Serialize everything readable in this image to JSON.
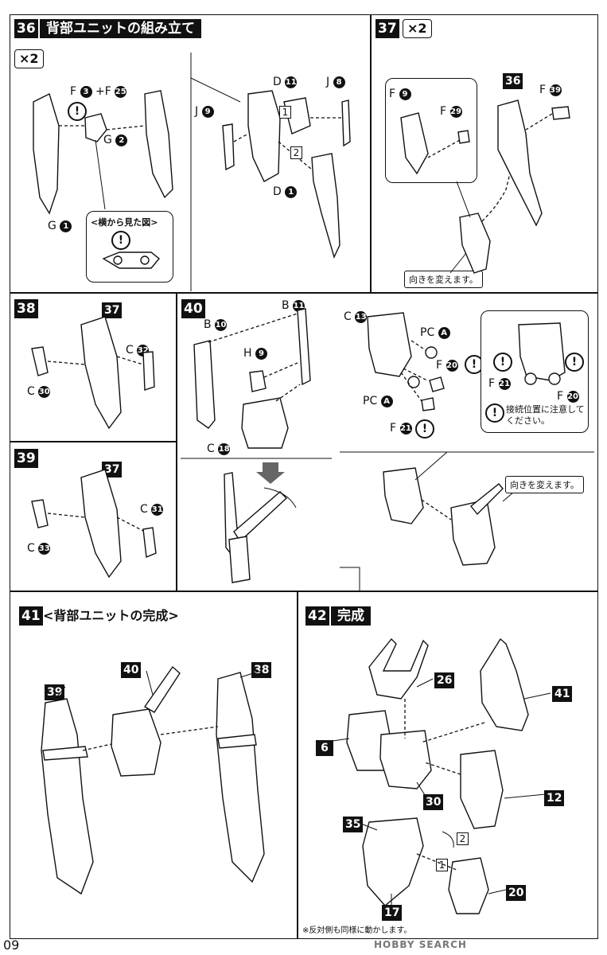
{
  "steps": {
    "s36": {
      "num": "36",
      "title": "背部ユニットの組み立て",
      "multiplier": "×2",
      "labels": {
        "f3f25": "F",
        "f3": "3",
        "plus": "+F",
        "f25": "25",
        "g2": "G",
        "g2n": "2",
        "g1": "G",
        "g1n": "1",
        "d11": "D",
        "d11n": "11",
        "j8": "J",
        "j8n": "8",
        "j9": "J",
        "j9n": "9",
        "d1": "D",
        "d1n": "1"
      },
      "side_view": "<横から見た図>",
      "box1": "1",
      "box2": "2"
    },
    "s37": {
      "num": "37",
      "multiplier": "×2",
      "labels": {
        "f9": "F",
        "f9n": "9",
        "f29": "F",
        "f29n": "29",
        "f39": "F",
        "f39n": "39"
      },
      "ref36": "36",
      "turn_note": "向きを変えます。"
    },
    "s38": {
      "num": "38",
      "ref37": "37",
      "labels": {
        "c32": "C",
        "c32n": "32",
        "c30": "C",
        "c30n": "30"
      }
    },
    "s39": {
      "num": "39",
      "ref37": "37",
      "labels": {
        "c31": "C",
        "c31n": "31",
        "c33": "C",
        "c33n": "33"
      }
    },
    "s40": {
      "num": "40",
      "labels": {
        "b11": "B",
        "b11n": "11",
        "b10": "B",
        "b10n": "10",
        "h9": "H",
        "h9n": "9",
        "c18": "C",
        "c18n": "18",
        "c13": "C",
        "c13n": "13",
        "pca1": "PC",
        "pca1n": "A",
        "pca2": "PC",
        "pca2n": "A",
        "f20": "F",
        "f20n": "20",
        "f21": "F",
        "f21n": "21",
        "inset_f21": "F",
        "inset_f21n": "21",
        "inset_f20": "F",
        "inset_f20n": "20"
      },
      "connect_note": "接続位置に注意してください。",
      "turn_note": "向きを変えます。"
    },
    "s41": {
      "num": "41",
      "title": "<背部ユニットの完成>",
      "refs": {
        "r39": "39",
        "r40": "40",
        "r38": "38"
      }
    },
    "s42": {
      "num": "42",
      "title": "完成",
      "refs": {
        "r26": "26",
        "r41": "41",
        "r6": "6",
        "r30": "30",
        "r12": "12",
        "r35": "35",
        "r17": "17",
        "r20": "20"
      },
      "box1": "1",
      "box2": "2",
      "footnote": "※反対側も同様に動かします。"
    }
  },
  "warn_symbol": "!",
  "page_number": "09",
  "watermark": "HOBBY SEARCH"
}
